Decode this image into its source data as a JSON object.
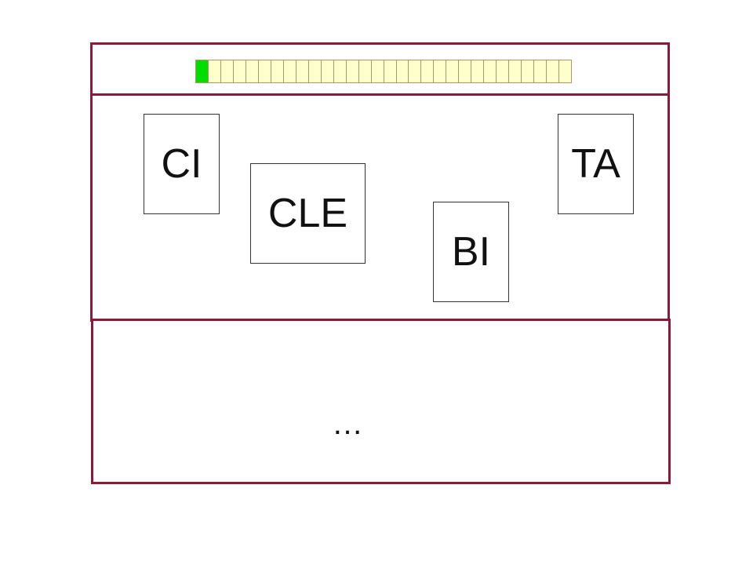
{
  "progress": {
    "total_segments": 30,
    "filled_segments": 1,
    "fill_color": "#00dd00",
    "empty_color": "#ffffcc",
    "segment_border_color": "#a89a66"
  },
  "frame_color": "#8b1a3a",
  "cards": {
    "ci": "CI",
    "cle": "CLE",
    "bi": "BI",
    "ta": "TA"
  },
  "more_indicator": "…"
}
